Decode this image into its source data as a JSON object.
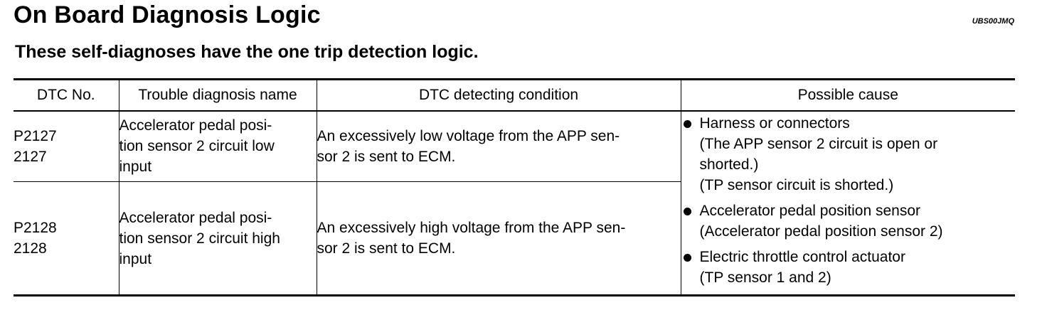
{
  "page": {
    "title": "On Board Diagnosis Logic",
    "code": "UBS00JMQ",
    "subtitle": "These self-diagnoses have the one trip detection logic."
  },
  "table": {
    "headers": [
      "DTC No.",
      "Trouble diagnosis name",
      "DTC detecting condition",
      "Possible cause"
    ],
    "rows": [
      {
        "dtc_lines": [
          "P2127",
          "2127"
        ],
        "name_lines": [
          "Accelerator pedal posi-",
          "tion sensor 2 circuit low",
          "input"
        ],
        "condition_lines": [
          "An excessively low voltage from the APP sen-",
          "sor 2 is sent to ECM."
        ]
      },
      {
        "dtc_lines": [
          "P2128",
          "2128"
        ],
        "name_lines": [
          "Accelerator pedal posi-",
          "tion sensor 2 circuit high",
          "input"
        ],
        "condition_lines": [
          "An excessively high voltage from the APP sen-",
          "sor 2 is sent to ECM."
        ]
      }
    ],
    "possible_causes": [
      {
        "icon": "bullet-icon",
        "lines": [
          "Harness or connectors",
          "(The APP sensor 2 circuit is open or",
          "shorted.)",
          "(TP sensor circuit is shorted.)"
        ]
      },
      {
        "icon": "bullet-icon",
        "lines": [
          "Accelerator pedal position sensor",
          "(Accelerator pedal position sensor 2)"
        ]
      },
      {
        "icon": "bullet-icon",
        "lines": [
          "Electric throttle control actuator",
          "(TP sensor 1 and 2)"
        ]
      }
    ]
  }
}
